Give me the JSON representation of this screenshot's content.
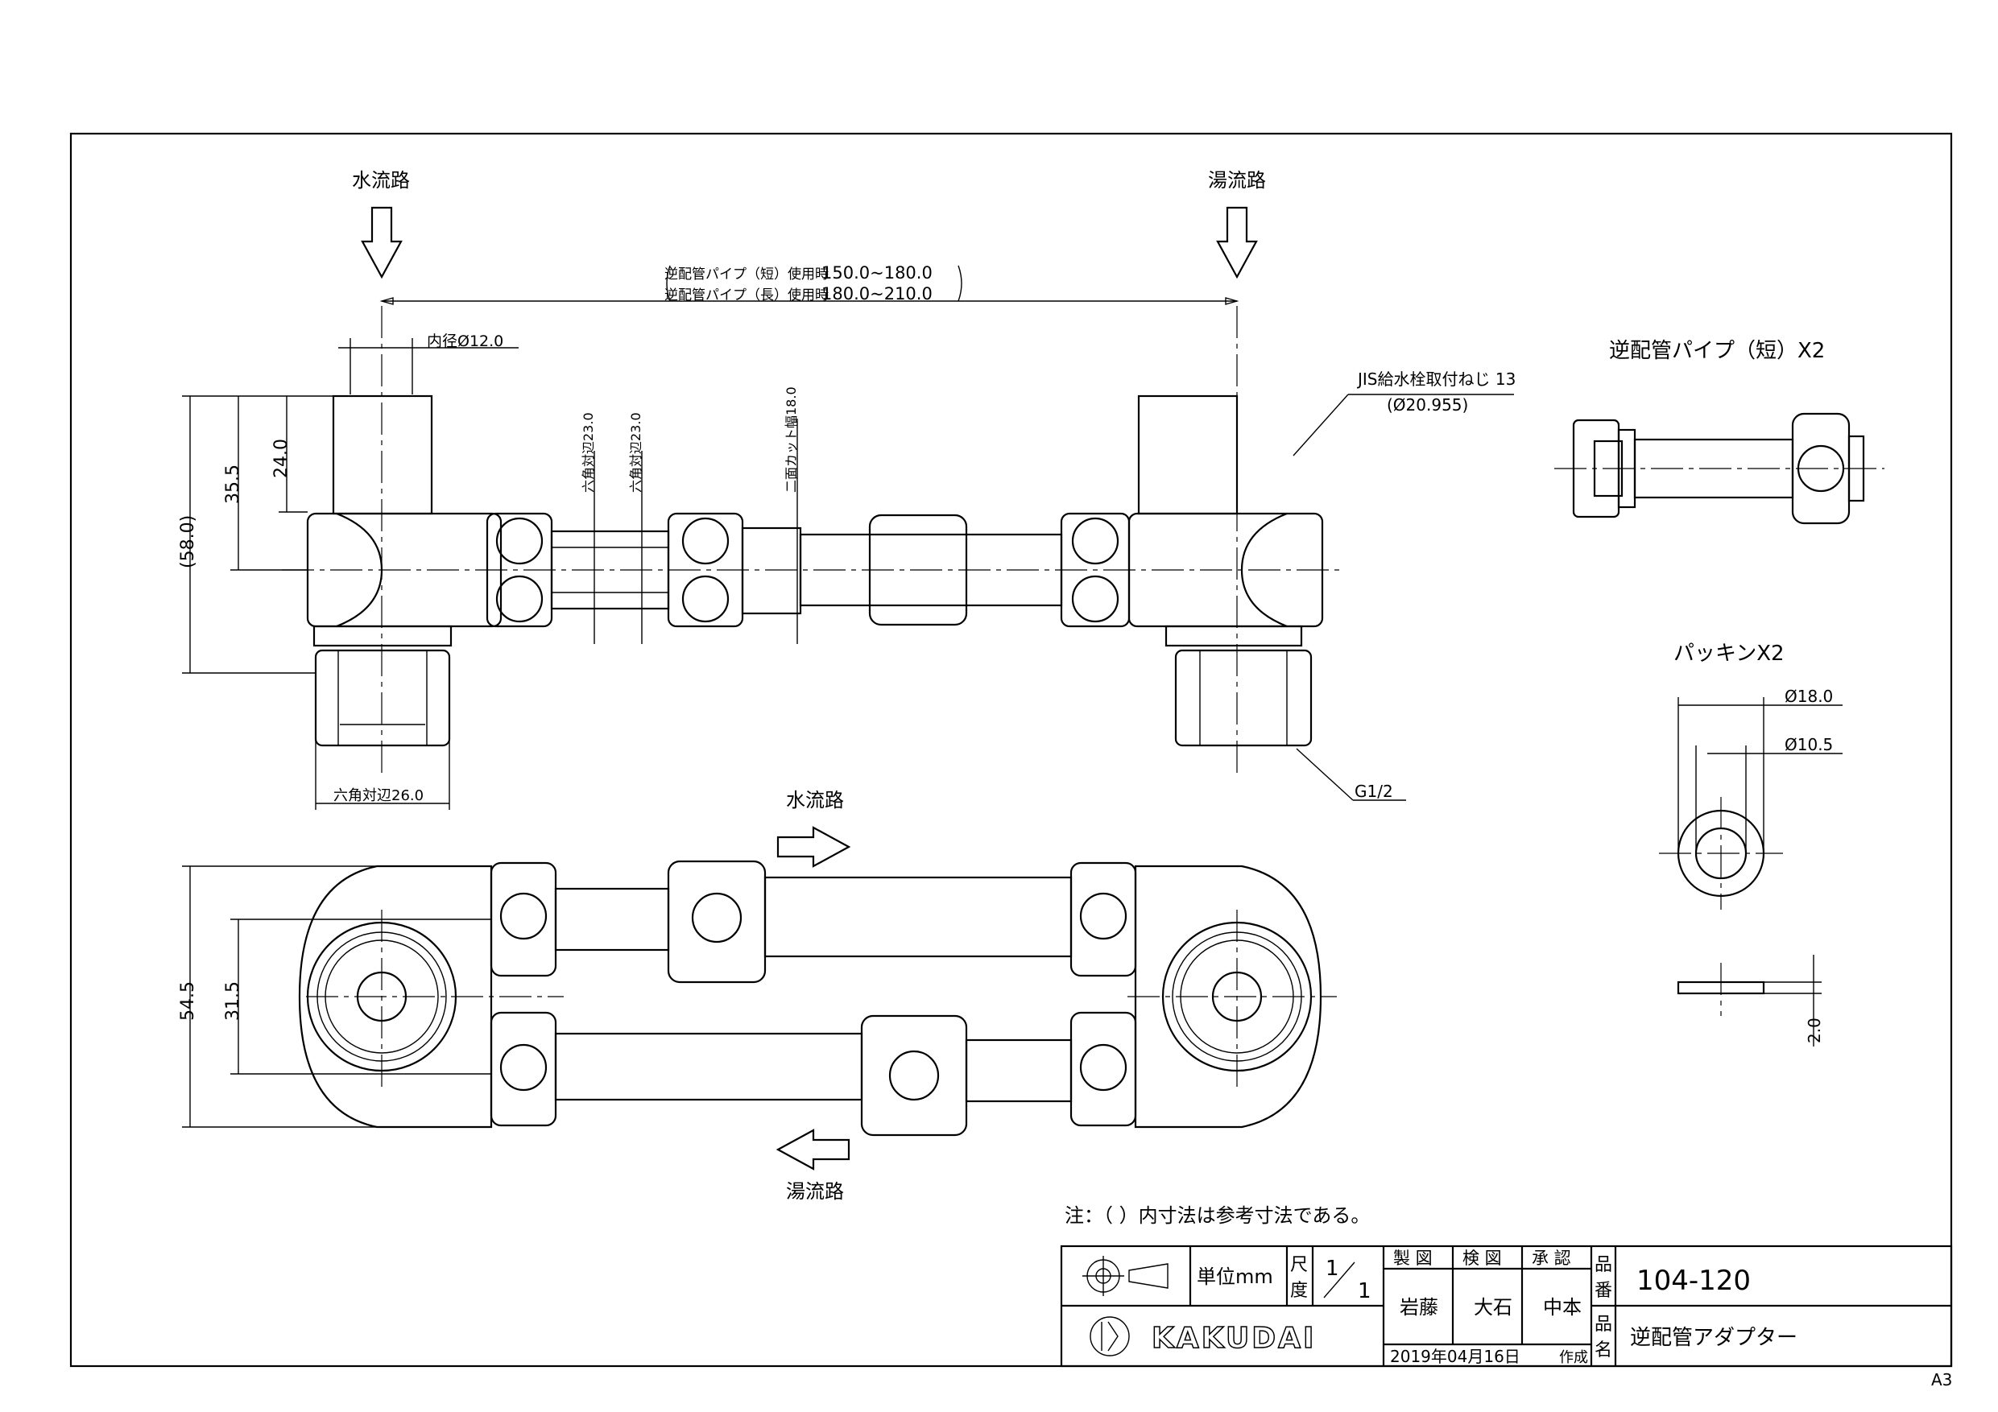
{
  "sheet_size": "A3",
  "flow_labels": {
    "water_top": "水流路",
    "hot_top": "湯流路",
    "water_bottom": "水流路",
    "hot_bottom": "湯流路"
  },
  "dimensions": {
    "pipe_span_short": "逆配管パイプ（短）使用時",
    "pipe_span_short_value": "150.0~180.0",
    "pipe_span_long": "逆配管パイプ（長）使用時",
    "pipe_span_long_value": "180.0~210.0",
    "inner_diameter": "内径Ø12.0",
    "thread_name": "JIS給水栓取付ねじ 13",
    "thread_dia": "(Ø20.955)",
    "hex1": "六角対辺23.0",
    "hex2": "六角対辺23.0",
    "two_flat": "二面カット幅18.0",
    "h_58": "(58.0)",
    "h_35_5": "35.5",
    "h_24": "24.0",
    "hex_nut": "六角対辺26.0",
    "g_thread": "G1/2",
    "w_54_5": "54.5",
    "w_31_5": "31.5",
    "packing_od": "Ø18.0",
    "packing_id": "Ø10.5",
    "packing_t": "2.0"
  },
  "parts": {
    "pipe_short": "逆配管パイプ（短）X2",
    "packing": "パッキンX2"
  },
  "note": "注：（ ）内寸法は参考寸法である。",
  "title_block": {
    "unit": "単位mm",
    "scale_label_1": "尺",
    "scale_label_2": "度",
    "scale_num": "1",
    "scale_den": "1",
    "headers": [
      "製 図",
      "検 図",
      "承 認"
    ],
    "names": [
      "岩藤",
      "大石",
      "中本"
    ],
    "date": "2019年04月16日",
    "made": "作成",
    "part_no_label_1": "品",
    "part_no_label_2": "番",
    "part_no": "104-120",
    "part_name_label_1": "品",
    "part_name_label_2": "名",
    "part_name": "逆配管アダプター",
    "company": "KAKUDAI"
  }
}
